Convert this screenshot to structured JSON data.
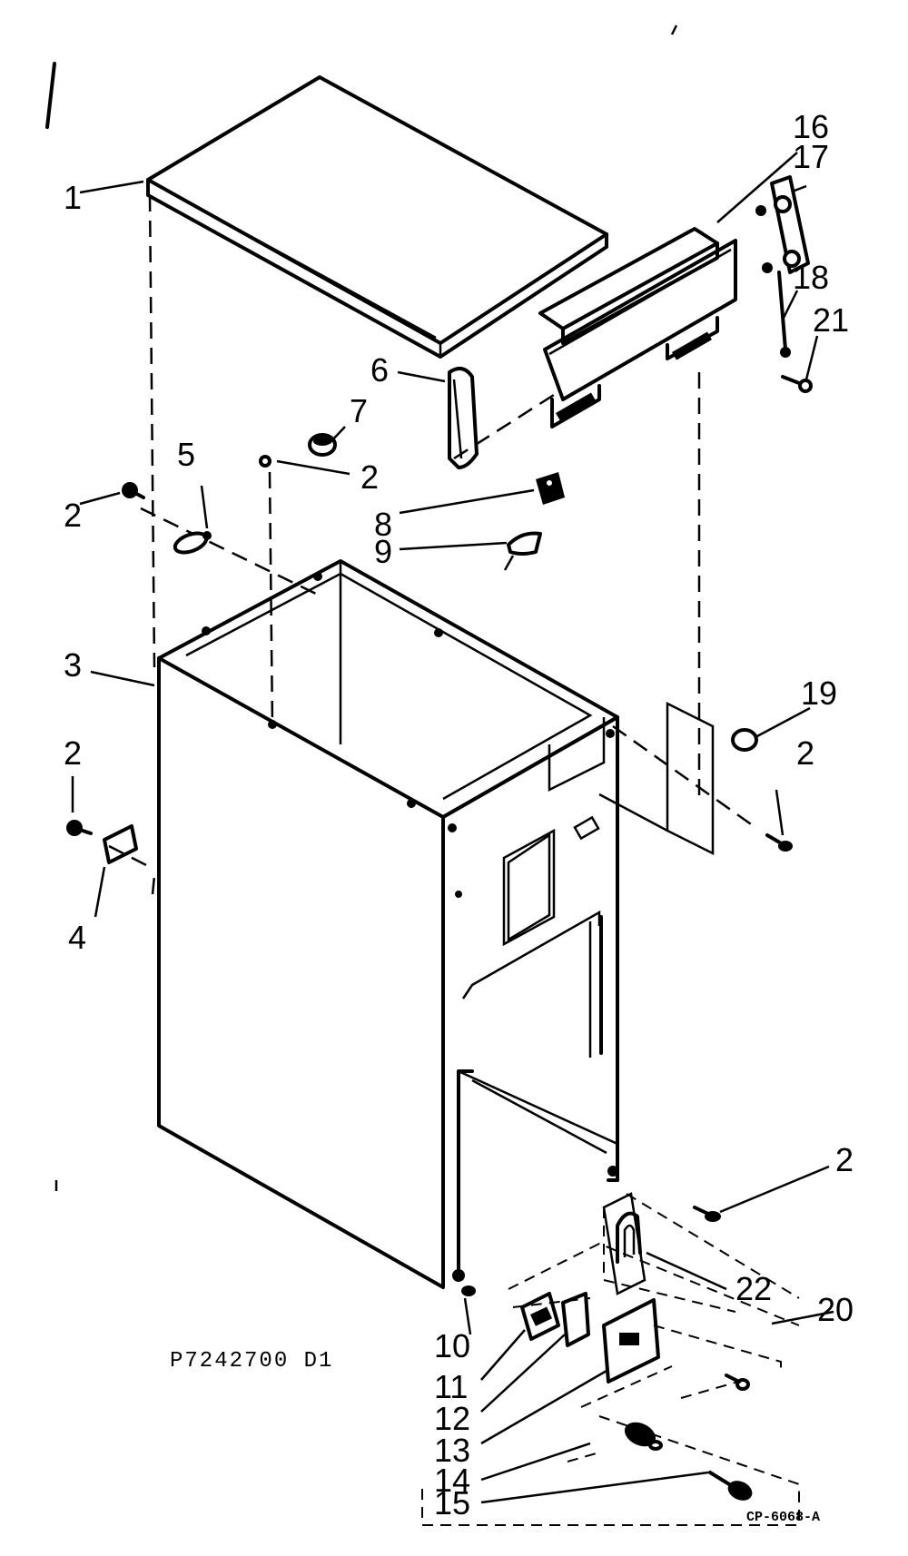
{
  "diagram": {
    "reference_number": "P7242700 D1",
    "drawing_code": "CP-6068-A",
    "callouts": [
      {
        "id": "c1",
        "text": "1"
      },
      {
        "id": "c2a",
        "text": "2"
      },
      {
        "id": "c2b",
        "text": "2"
      },
      {
        "id": "c2c",
        "text": "2"
      },
      {
        "id": "c2d",
        "text": "2"
      },
      {
        "id": "c2e",
        "text": "2"
      },
      {
        "id": "c3",
        "text": "3"
      },
      {
        "id": "c4",
        "text": "4"
      },
      {
        "id": "c5",
        "text": "5"
      },
      {
        "id": "c6",
        "text": "6"
      },
      {
        "id": "c7",
        "text": "7"
      },
      {
        "id": "c8",
        "text": "8"
      },
      {
        "id": "c9",
        "text": "9"
      },
      {
        "id": "c10",
        "text": "10"
      },
      {
        "id": "c11",
        "text": "11"
      },
      {
        "id": "c12",
        "text": "12"
      },
      {
        "id": "c13",
        "text": "13"
      },
      {
        "id": "c14",
        "text": "14"
      },
      {
        "id": "c15",
        "text": "15"
      },
      {
        "id": "c16",
        "text": "16"
      },
      {
        "id": "c17",
        "text": "17"
      },
      {
        "id": "c18",
        "text": "18"
      },
      {
        "id": "c19",
        "text": "19"
      },
      {
        "id": "c20",
        "text": "20"
      },
      {
        "id": "c21",
        "text": "21"
      },
      {
        "id": "c22",
        "text": "22"
      }
    ]
  }
}
